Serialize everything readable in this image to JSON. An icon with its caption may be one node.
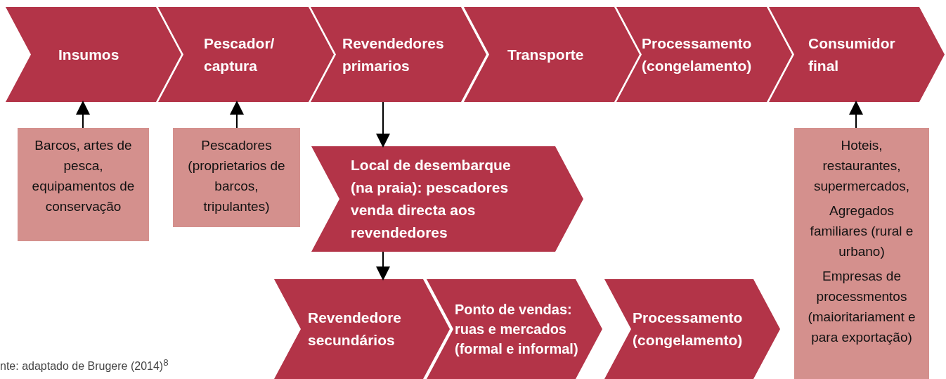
{
  "diagram": {
    "caption": "nte: adaptado de Brugere (2014)$^{8}$",
    "nodes": [
      {
        "text": [
          "Insumos"
        ]
      },
      {
        "text": [
          "Pescador/ captura"
        ]
      },
      {
        "text": [
          "Revendedores primarios"
        ]
      },
      {
        "text": [
          "Transporte"
        ]
      },
      {
        "text": [
          "Processamento (congelamento)"
        ]
      },
      {
        "text": [
          "Consumidor final"
        ]
      },
      {
        "text": [
          "Barcos, artes de pesca, equipamentos de conservação"
        ]
      },
      {
        "text": [
          "Pescadores (proprietarios de barcos, tripulantes)"
        ]
      },
      {
        "text": [
          "Local de desembarque (na praia): pescadores venda directa aos revendedores"
        ]
      },
      {
        "text": [
          "Revendedore secundários"
        ]
      },
      {
        "text": [
          "Ponto de vendas: ruas e mercados (formal e informal)"
        ]
      },
      {
        "text": [
          "Processamento (congelamento)"
        ]
      },
      {
        "text": [
          "Hoteis, restaurantes, supermercados,",
          "Agregados familiares (rural e urbano)",
          "Empresas de processmentos (maioritariament e para exportação)"
        ]
      }
    ],
    "edges": [
      {
        "from": 6,
        "to": 0,
        "arrow": "to"
      },
      {
        "from": 7,
        "to": 1,
        "arrow": "to"
      },
      {
        "from": 2,
        "to": 8,
        "arrow": "to"
      },
      {
        "from": 8,
        "to": 9,
        "arrow": "to"
      },
      {
        "from": 12,
        "to": 5,
        "arrow": "to"
      }
    ]
  }
}
